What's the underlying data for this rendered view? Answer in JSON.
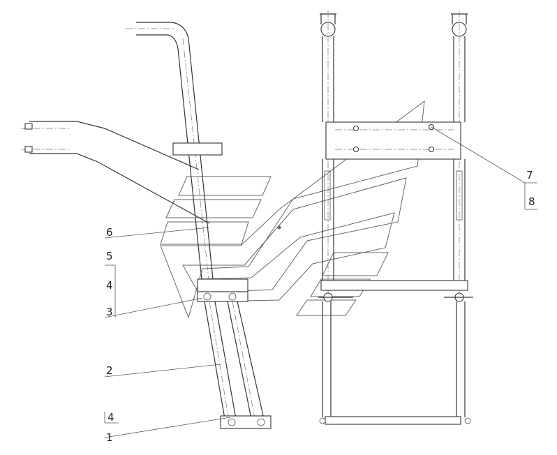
{
  "callouts": [
    {
      "id": "c1",
      "text": "1"
    },
    {
      "id": "c2",
      "text": "2"
    },
    {
      "id": "c3",
      "text": "3"
    },
    {
      "id": "c4a",
      "text": "4"
    },
    {
      "id": "c4b",
      "text": "4"
    },
    {
      "id": "c5",
      "text": "5"
    },
    {
      "id": "c6",
      "text": "6"
    },
    {
      "id": "c7",
      "text": "7"
    },
    {
      "id": "c8",
      "text": "8"
    }
  ],
  "icons": {
    "side_view": "ladder-side-view-icon",
    "front_view": "ladder-front-view-icon",
    "watermark": "watermark-logo"
  }
}
